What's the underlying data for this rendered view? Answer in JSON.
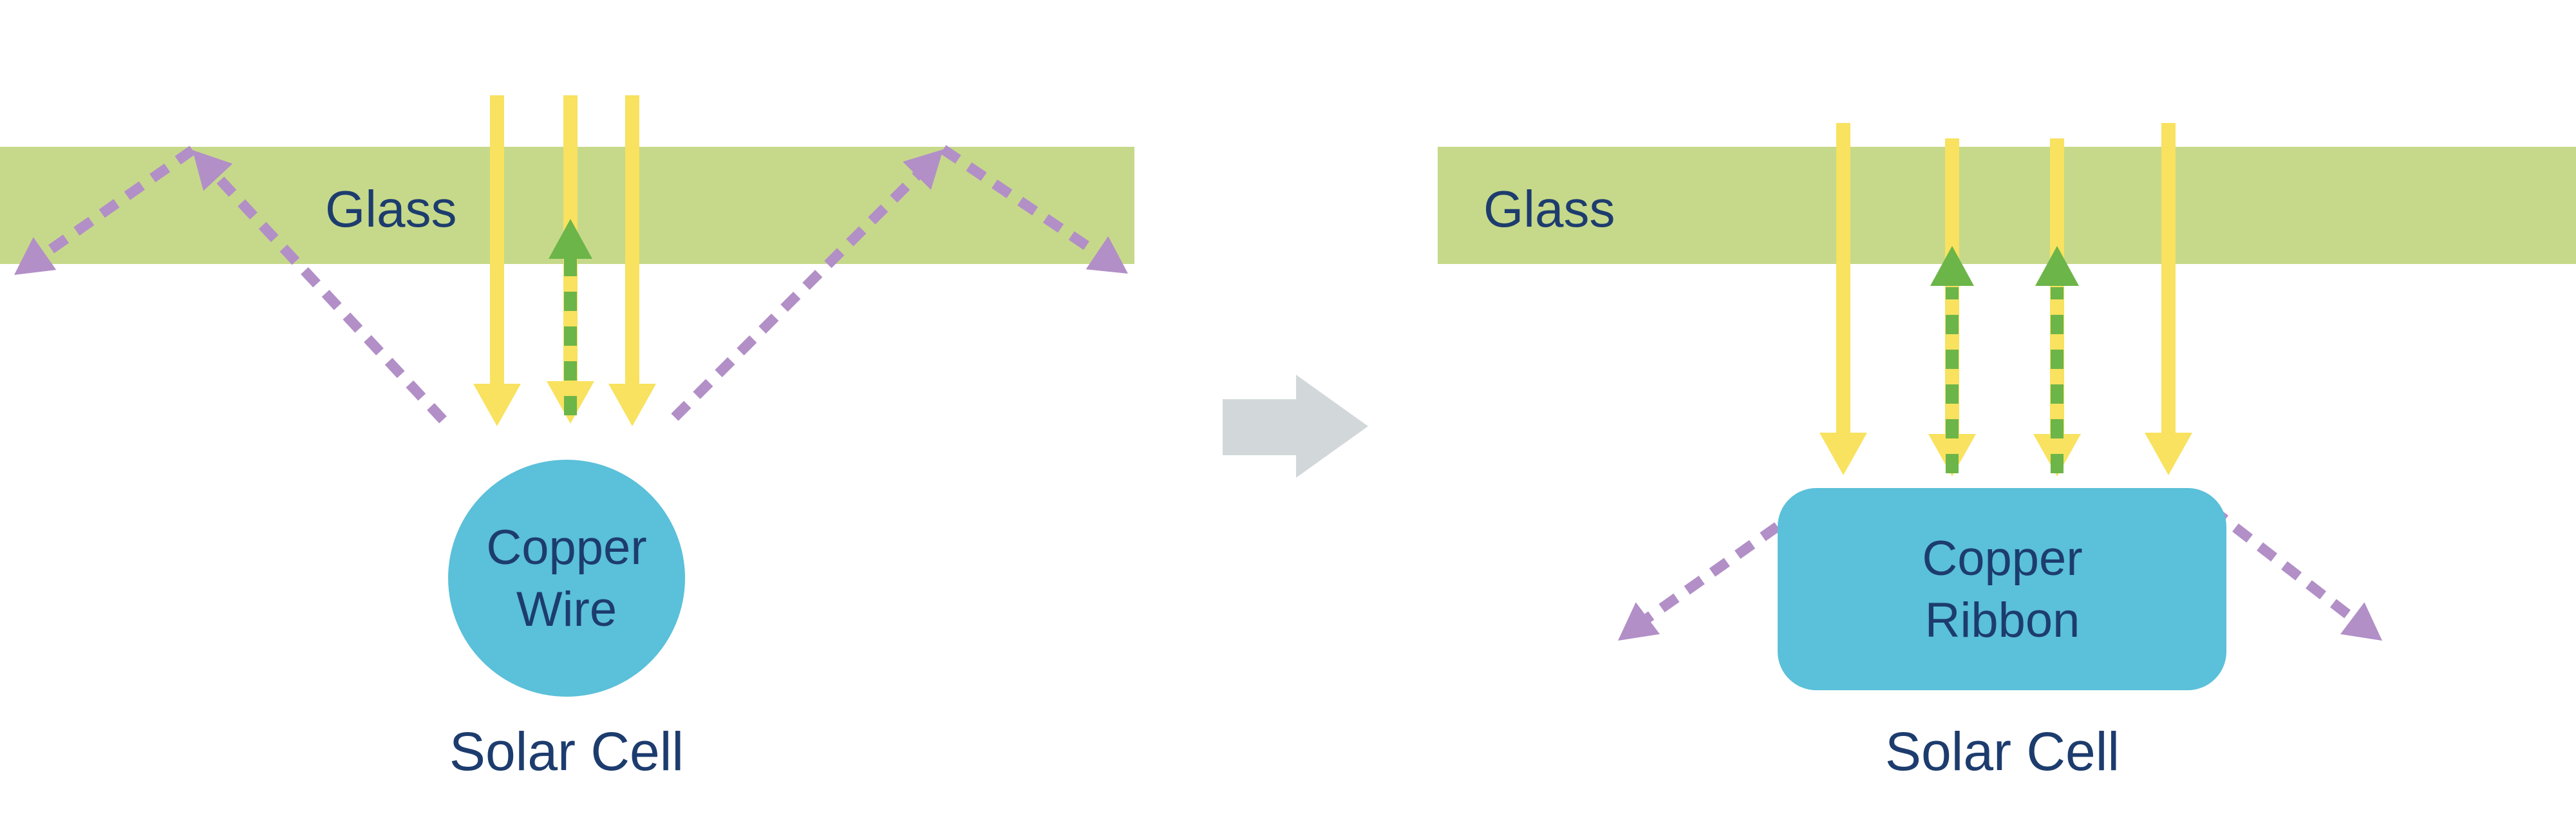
{
  "panels": {
    "left": {
      "glass_label": "Glass",
      "conductor_line1": "Copper",
      "conductor_line2": "Wire",
      "cell_label": "Solar Cell"
    },
    "right": {
      "glass_label": "Glass",
      "conductor_line1": "Copper",
      "conductor_line2": "Ribbon",
      "cell_label": "Solar Cell"
    }
  },
  "colors": {
    "glass": "#c6d98a",
    "sunlight": "#f8e25f",
    "reflected": "#b28fc7",
    "absorbed": "#6cb548",
    "copper": "#5bc0d9",
    "text": "#1d3c6e",
    "transition": "#d2d8da"
  }
}
